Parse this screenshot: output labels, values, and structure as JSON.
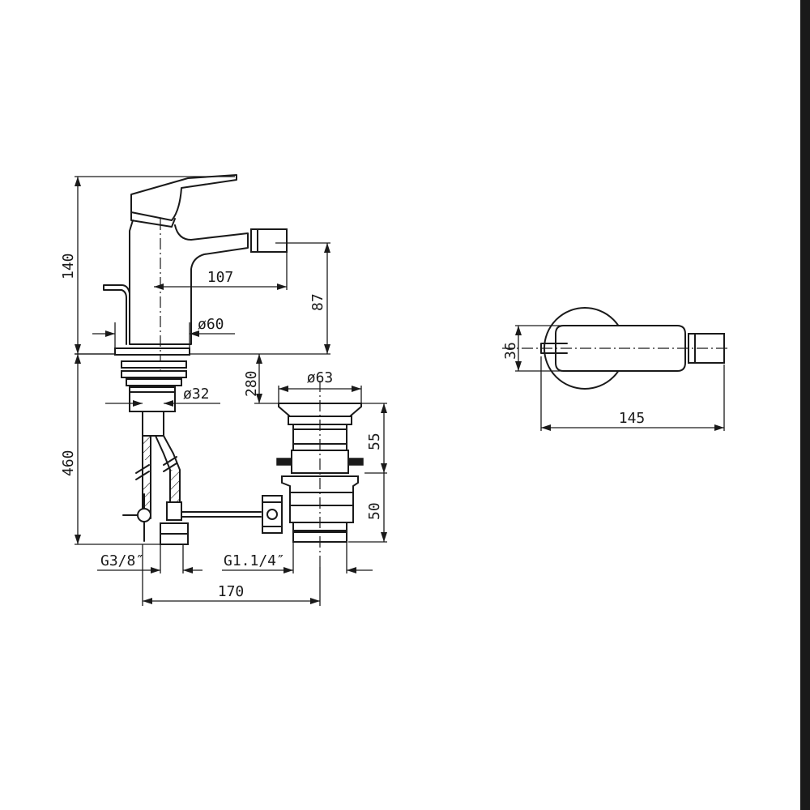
{
  "dimensions": {
    "height_140": "140",
    "spout_reach_107": "107",
    "spout_height_87": "87",
    "base_diameter_60": "ø60",
    "shank_diameter_32": "ø32",
    "max_deck_280": "280",
    "waste_diameter_63": "ø63",
    "hose_length_460": "460",
    "waste_height_55": "55",
    "waste_height_50": "50",
    "inlet_thread": "G3/8″",
    "waste_thread": "G1.1/4″",
    "center_distance_170": "170",
    "top_view_depth_36": "36",
    "top_view_length_145": "145"
  },
  "colors": {
    "line": "#1a1a1a",
    "background": "#ffffff"
  }
}
